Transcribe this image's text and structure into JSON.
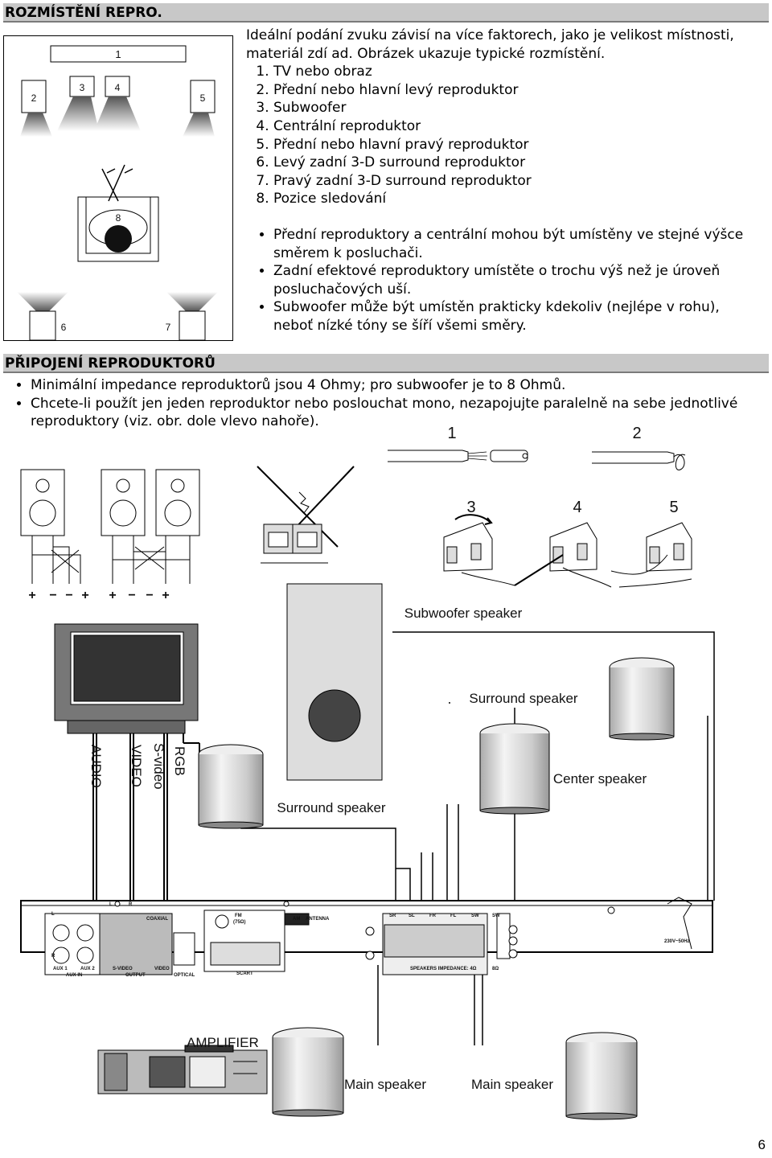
{
  "section1": {
    "title": "ROZMÍSTĚNÍ REPRO.",
    "intro": "Ideální podání zvuku závisí na více faktorech, jako je velikost místnosti, materiál zdí ad. Obrázek ukazuje typické rozmístění.",
    "items": [
      "TV nebo obraz",
      "Přední nebo hlavní levý reproduktor",
      "Subwoofer",
      "Centrální reproduktor",
      "Přední nebo hlavní pravý reproduktor",
      "Levý zadní 3-D surround reproduktor",
      "Pravý zadní 3-D surround reproduktor",
      "Pozice sledování"
    ],
    "bullets": [
      "Přední reproduktory a centrální mohou být umístěny ve stejné výšce směrem k posluchači.",
      "Zadní efektové reproduktory umístěte o trochu výš než je úroveň posluchačových uší.",
      "Subwoofer může být umístěn prakticky kdekoliv (nejlépe v rohu), neboť nízké tóny se šíří všemi směry."
    ],
    "diagram_labels": [
      "1",
      "2",
      "3",
      "4",
      "5",
      "6",
      "7",
      "8"
    ]
  },
  "section2": {
    "title": "PŘIPOJENÍ REPRODUKTORŮ",
    "bullets": [
      "Minimální impedance reproduktorů jsou 4 Ohmy; pro subwoofer je to 8 Ohmů.",
      "Chcete-li použít jen jeden reproduktor nebo poslouchat mono, nezapojujte paralelně na sebe jednotlivé reproduktory (viz. obr. dole vlevo nahoře)."
    ],
    "steps": [
      "1",
      "2",
      "3",
      "4",
      "5"
    ],
    "polarity": [
      "+",
      "−",
      "−",
      "+",
      "+",
      "−",
      "−",
      "+"
    ]
  },
  "wiring": {
    "subwoofer": "Subwoofer speaker",
    "surround_right": "Surround speaker",
    "center": "Center speaker",
    "surround_left": "Surround speaker",
    "main_left": "Main speaker",
    "main_right": "Main speaker",
    "amplifier": "AMPLIFIER",
    "tv_cables": [
      "AUDIO",
      "VIDEO",
      "S-video",
      "RGB"
    ],
    "panel": {
      "aux1": "AUX 1",
      "aux2": "AUX 2",
      "aux_in": "AUX IN",
      "output": "OUTPUT",
      "optical": "OPTICAL",
      "scart": "SCART",
      "fm": "FM",
      "fm_ohm": "(75Ω)",
      "am": "AM",
      "antenna": "ANTENNA",
      "speakers": "SPEAKERS IMPEDANCE: 4Ω",
      "channels": [
        "SR",
        "SL",
        "FR",
        "FL",
        "SW"
      ],
      "power": "230V~50Hz",
      "l": "L",
      "r": "R",
      "coaxial": "COAXIAL",
      "svideo": "S-VIDEO",
      "video": "VIDEO",
      "ohm8": "8Ω",
      "sw": "SW"
    }
  },
  "page_number": "6"
}
